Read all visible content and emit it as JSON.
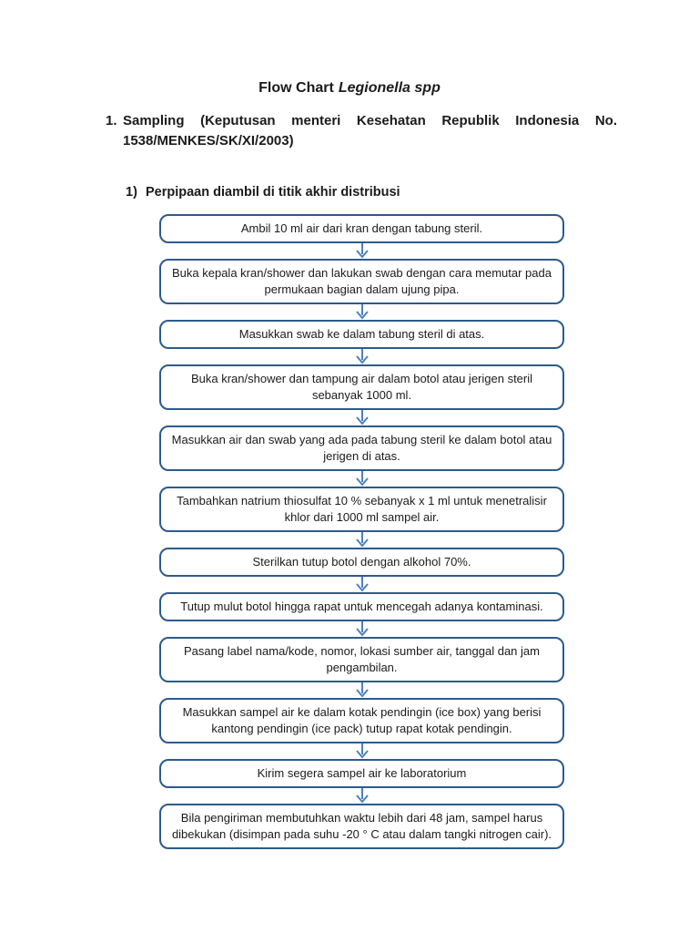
{
  "title": {
    "main": "Flow Chart",
    "species": "Legionella spp"
  },
  "heading": {
    "number": "1.",
    "line1": "Sampling (Keputusan menteri Kesehatan Republik Indonesia No.",
    "line2": "1538/MENKES/SK/XI/2003)"
  },
  "subheading": {
    "number": "1)",
    "text": "Perpipaan diambil di titik akhir distribusi"
  },
  "flowchart": {
    "border_color": "#2d5a8d",
    "arrow_color": "#4f81bd",
    "steps": [
      "Ambil 10 ml air dari kran dengan tabung steril.",
      "Buka kepala kran/shower dan lakukan swab dengan cara memutar pada permukaan bagian dalam ujung pipa.",
      "Masukkan swab ke dalam tabung steril di atas.",
      "Buka kran/shower dan tampung air dalam botol atau jerigen steril sebanyak 1000 ml.",
      "Masukkan air dan swab yang ada pada tabung steril ke dalam botol atau jerigen di atas.",
      "Tambahkan natrium thiosulfat 10 % sebanyak x 1 ml untuk menetralisir khlor dari 1000 ml sampel air.",
      "Sterilkan tutup botol dengan alkohol 70%.",
      "Tutup mulut botol hingga rapat untuk mencegah adanya kontaminasi.",
      "Pasang label nama/kode, nomor, lokasi sumber air, tanggal dan jam pengambilan.",
      "Masukkan sampel air ke dalam kotak pendingin (ice box) yang berisi kantong pendingin (ice pack) tutup rapat kotak pendingin.",
      "Kirim segera sampel air ke laboratorium",
      "Bila pengiriman membutuhkan waktu lebih dari 48 jam, sampel harus dibekukan (disimpan pada suhu -20 ° C atau dalam tangki nitrogen cair)."
    ]
  }
}
